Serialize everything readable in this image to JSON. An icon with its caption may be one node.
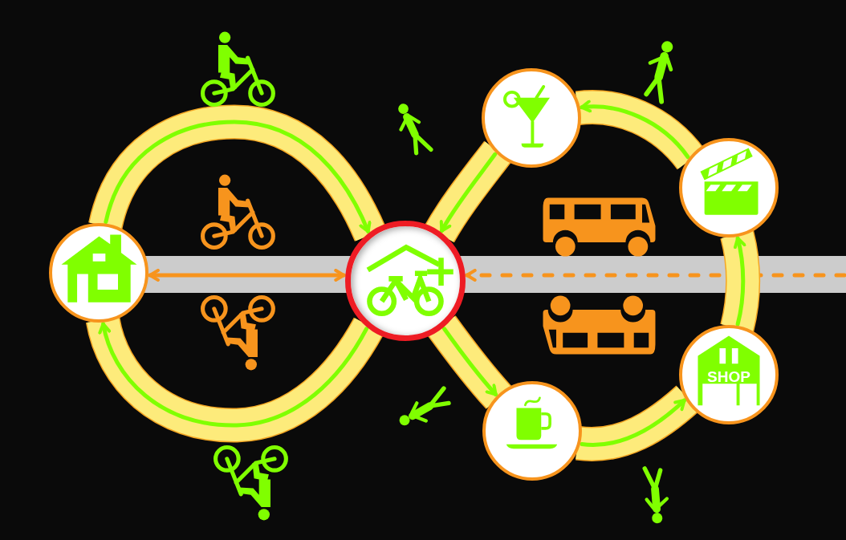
{
  "diagram": {
    "nodes": [
      {
        "text": [],
        "shape": "circle"
      },
      {
        "text": [],
        "shape": "circle"
      },
      {
        "text": [],
        "shape": "circle"
      },
      {
        "text": [],
        "shape": "circle"
      },
      {
        "text": [
          "SHOP"
        ]
      },
      {
        "text": [],
        "shape": "circle"
      }
    ],
    "edges": [
      {
        "from": 0,
        "to": 1,
        "arrow": "to"
      },
      {
        "from": 1,
        "to": 0,
        "arrow": "to"
      },
      {
        "from": 2,
        "to": 1,
        "arrow": "to"
      },
      {
        "from": 1,
        "to": 5,
        "arrow": "to"
      },
      {
        "from": 5,
        "to": 4,
        "arrow": "to"
      },
      {
        "from": 4,
        "to": 3,
        "arrow": "to"
      },
      {
        "from": 3,
        "to": 2,
        "arrow": "to"
      },
      {
        "from": 0,
        "to": 1,
        "arrow": "both",
        "color": "#f7941d"
      },
      {
        "from": null,
        "to": 1,
        "arrow": "to",
        "style": "dashed",
        "color": "#f7941d"
      }
    ]
  }
}
